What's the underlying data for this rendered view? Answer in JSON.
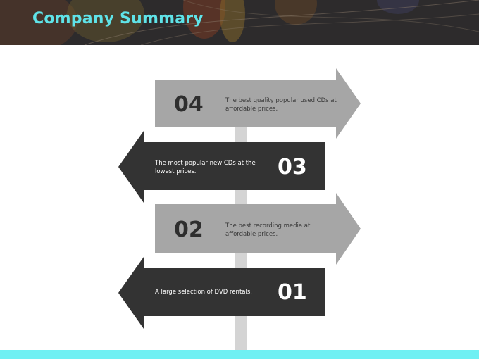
{
  "header": {
    "title": "Company Summary"
  },
  "signs": [
    {
      "number": "04",
      "text": "The best quality popular used CDs at affordable prices."
    },
    {
      "number": "03",
      "text": "The most popular new CDs at the lowest prices."
    },
    {
      "number": "02",
      "text": "The best recording media at affordable prices."
    },
    {
      "number": "01",
      "text": "A large selection of DVD rentals."
    }
  ],
  "colors": {
    "header_bg": "#2d2b2c",
    "title": "#5fe3e8",
    "light_sign": "#a6a6a6",
    "dark_sign": "#333333",
    "post": "#d4d4d4",
    "footer_bar": "#6ff0f3"
  }
}
